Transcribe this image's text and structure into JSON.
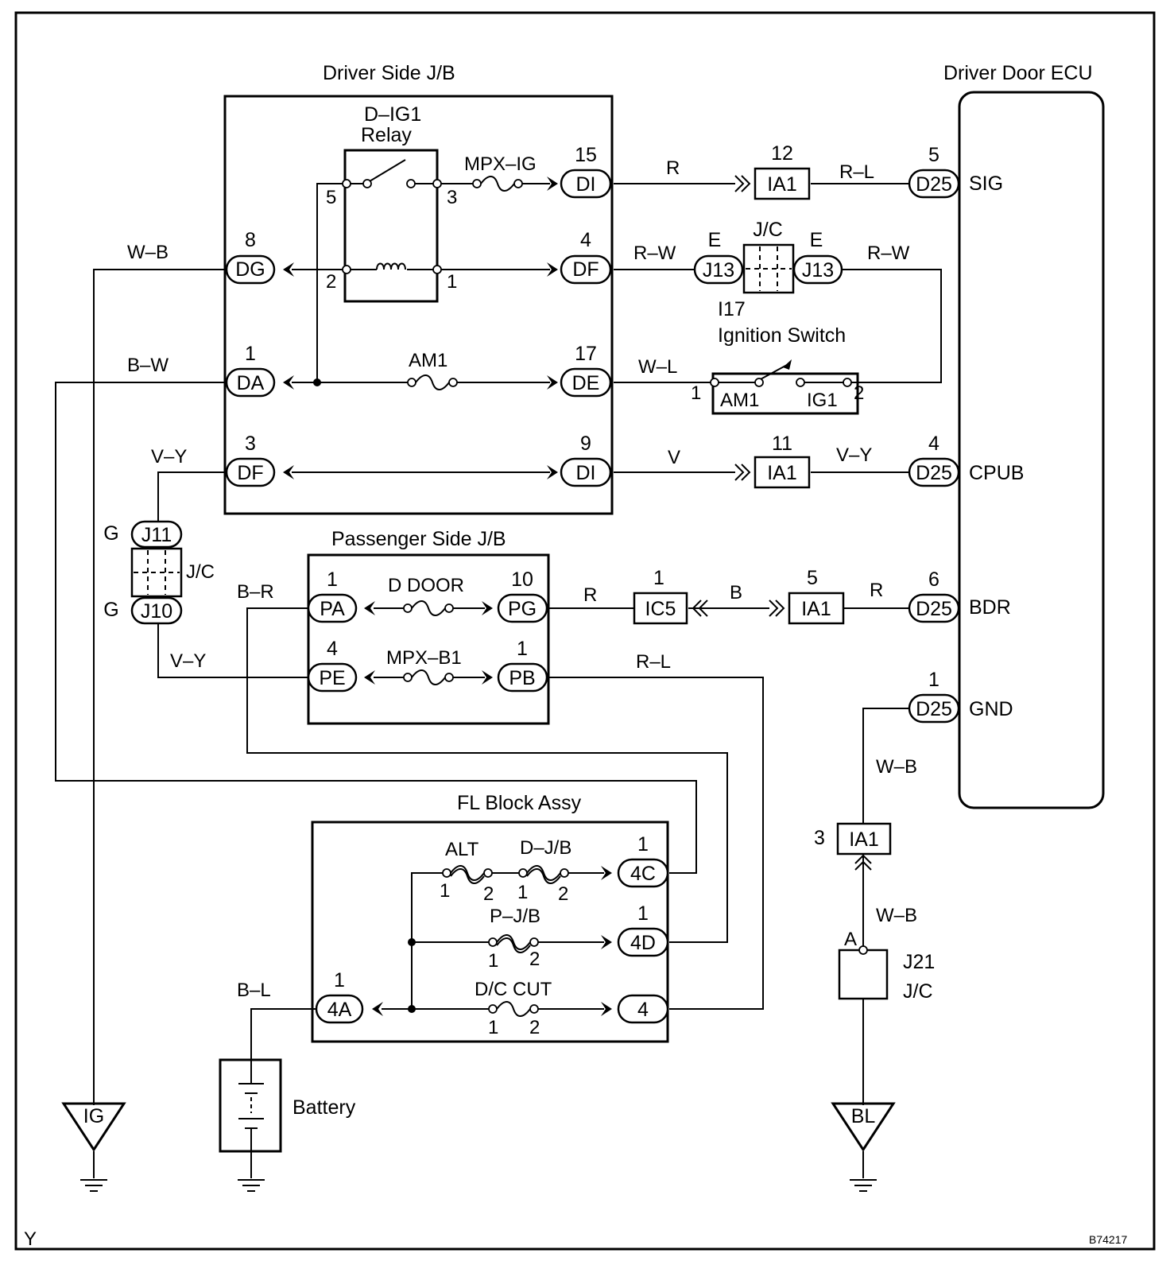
{
  "driver_jb": {
    "title": "Driver Side J/B"
  },
  "ecu": {
    "title": "Driver Door ECU",
    "terms": {
      "sig": "SIG",
      "cpub": "CPUB",
      "bdr": "BDR",
      "gnd": "GND"
    }
  },
  "relay": {
    "name1": "D–IG1",
    "name2": "Relay",
    "pin5": "5",
    "pin3": "3",
    "pin2": "2",
    "pin1": "1"
  },
  "fuses": {
    "mpx_ig": "MPX–IG",
    "am1": "AM1",
    "d_door": "D DOOR",
    "mpx_b1": "MPX–B1",
    "alt": "ALT",
    "d_jb": "D–J/B",
    "p_jb": "P–J/B",
    "dc_cut": "D/C CUT"
  },
  "connectors": {
    "dg": {
      "code": "DG",
      "pin": "8"
    },
    "da": {
      "code": "DA",
      "pin": "1"
    },
    "df_left": {
      "code": "DF",
      "pin": "3"
    },
    "di_top": {
      "code": "DI",
      "pin": "15"
    },
    "df_right": {
      "code": "DF",
      "pin": "4"
    },
    "de": {
      "code": "DE",
      "pin": "17"
    },
    "di_bottom": {
      "code": "DI",
      "pin": "9"
    },
    "pa": {
      "code": "PA",
      "pin": "1"
    },
    "pe": {
      "code": "PE",
      "pin": "4"
    },
    "pg": {
      "code": "PG",
      "pin": "10"
    },
    "pb": {
      "code": "PB",
      "pin": "1"
    },
    "c4c": {
      "code": "4C",
      "pin": "1"
    },
    "c4d": {
      "code": "4D",
      "pin": "1"
    },
    "c4a": {
      "code": "4A",
      "pin": "1"
    },
    "c4": {
      "code": "4"
    },
    "d25_sig": {
      "code": "D25",
      "pin": "5"
    },
    "d25_cpub": {
      "code": "D25",
      "pin": "4"
    },
    "d25_bdr": {
      "code": "D25",
      "pin": "6"
    },
    "d25_gnd": {
      "code": "D25",
      "pin": "1"
    },
    "ia1_sig": {
      "code": "IA1",
      "pin": "12"
    },
    "ia1_cpub": {
      "code": "IA1",
      "pin": "11"
    },
    "ia1_bdr": {
      "code": "IA1",
      "pin": "5"
    },
    "ia1_gnd": {
      "code": "IA1",
      "pin": "3"
    },
    "ic5": {
      "code": "IC5",
      "pin": "1"
    },
    "j13_left": {
      "code": "J13",
      "tag": "E"
    },
    "j13_right": {
      "code": "J13",
      "tag": "E"
    },
    "j11": {
      "code": "J11",
      "tag": "G"
    },
    "j10": {
      "code": "J10",
      "tag": "G"
    }
  },
  "jc": {
    "label": "J/C"
  },
  "ignition": {
    "code": "I17",
    "name": "Ignition Switch",
    "am1": "AM1",
    "ig1": "IG1",
    "pin1": "1",
    "pin2": "2"
  },
  "wires": {
    "wb": "W–B",
    "bw": "B–W",
    "vy": "V–Y",
    "br": "B–R",
    "bl": "B–L",
    "r": "R",
    "rl": "R–L",
    "rw": "R–W",
    "wl": "W–L",
    "v": "V",
    "b": "B"
  },
  "passenger_jb": {
    "title": "Passenger Side J/B"
  },
  "fl_block": {
    "title": "FL Block Assy"
  },
  "fuse_pins": {
    "one": "1",
    "two": "2"
  },
  "battery": {
    "label": "Battery"
  },
  "grounds": {
    "ig": "IG",
    "bl": "BL"
  },
  "j21": {
    "code": "J21",
    "label": "J/C",
    "pin": "A"
  },
  "corner": {
    "left": "Y",
    "right": "B74217"
  }
}
